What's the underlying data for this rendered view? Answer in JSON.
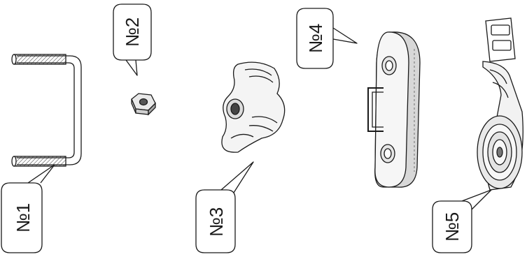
{
  "labels": {
    "part1": "№1",
    "part2": "№2",
    "part3": "№3",
    "part4": "№4",
    "part5": "№5"
  },
  "icons": {
    "part1": "u-bolt-icon",
    "part2": "hex-nut-icon",
    "part3": "three-lobe-knob-icon",
    "part4": "mounting-plate-icon",
    "part5": "coiled-strap-icon"
  },
  "colors": {
    "ink": "#1a1a1a",
    "paper": "#ffffff"
  }
}
